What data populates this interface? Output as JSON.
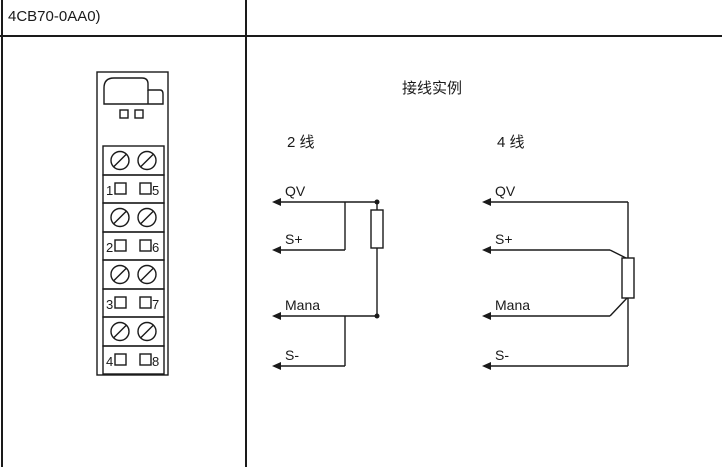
{
  "header": {
    "part_number": "4CB70-0AA0)"
  },
  "left_panel": {
    "module": {
      "terminal_rows": [
        {
          "left": "1",
          "right": "5"
        },
        {
          "left": "2",
          "right": "6"
        },
        {
          "left": "3",
          "right": "7"
        },
        {
          "left": "4",
          "right": "8"
        }
      ]
    }
  },
  "right_panel": {
    "title": "接线实例",
    "examples": [
      {
        "label": "2 线",
        "terminals": [
          "QV",
          "S+",
          "Mana",
          "S-"
        ]
      },
      {
        "label": "4 线",
        "terminals": [
          "QV",
          "S+",
          "Mana",
          "S-"
        ]
      }
    ]
  },
  "colors": {
    "line": "#1a1a1a",
    "background": "#ffffff"
  }
}
